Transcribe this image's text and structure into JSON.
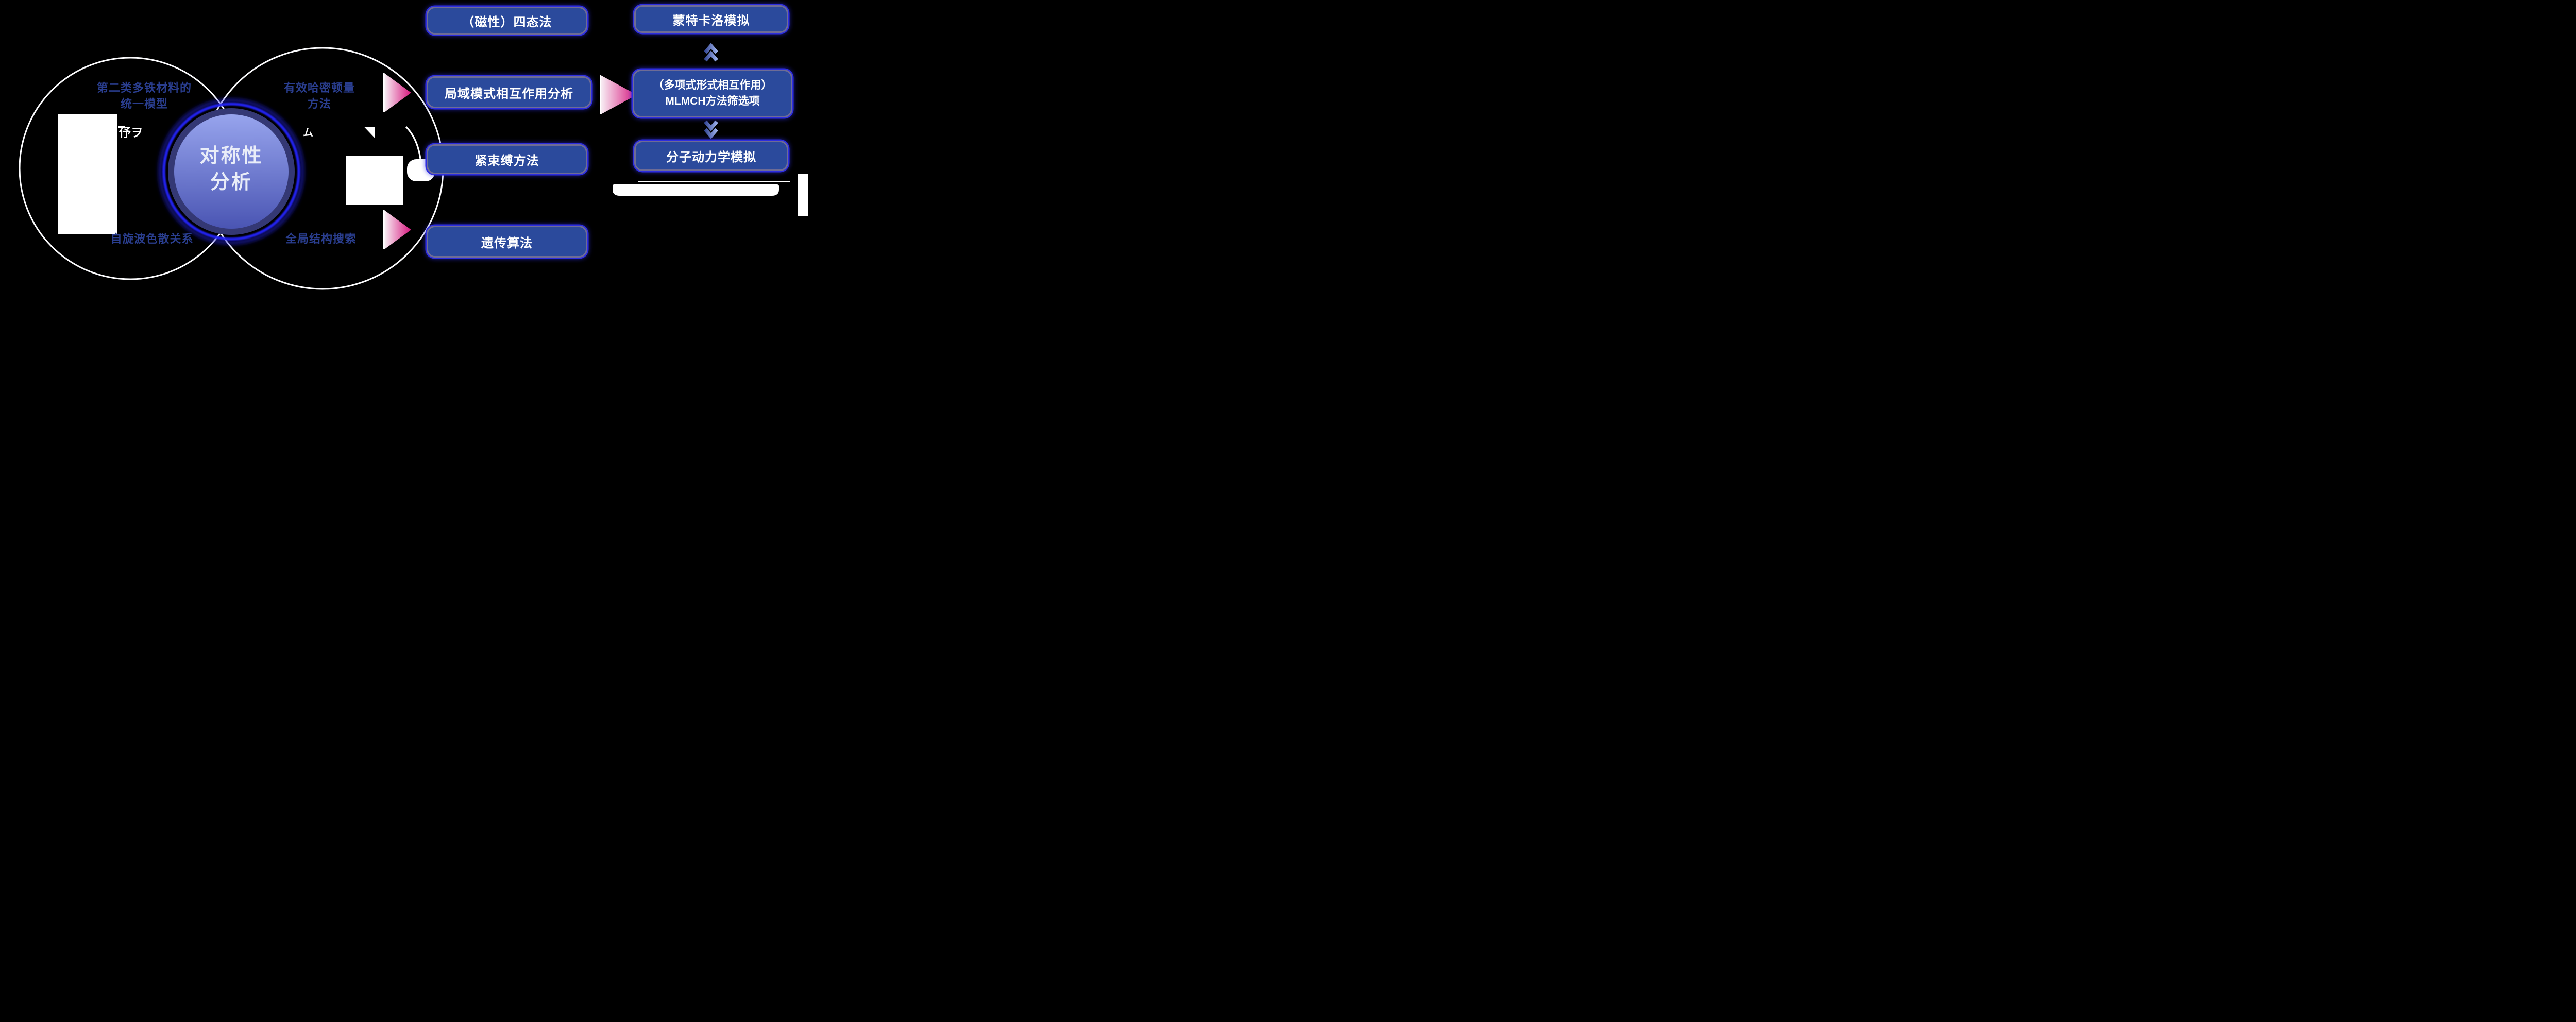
{
  "colors": {
    "background": "#000000",
    "box_fill": "#2b4a9c",
    "box_border": "#6e6c95",
    "box_glow_blue": "#2d2de0",
    "venn_label_blue": "#2a3e8f",
    "center_text": "#e9edf8",
    "arrow_pink": "#d6177e",
    "chevron_dark": "#2b3e8c",
    "chevron_light": "#a9bdf5",
    "venn_outline": "#ffffff"
  },
  "venn": {
    "left_top_line1": "第二类多铁材料的",
    "left_top_line2": "统一模型",
    "right_top_line1": "有效哈密顿量",
    "right_top_line2": "方法",
    "left_bottom": "自旋波色散关系",
    "right_bottom": "全局结构搜索",
    "center_line1": "对称性",
    "center_line2": "分析"
  },
  "method_boxes": [
    {
      "label": "（磁性）四态法"
    },
    {
      "label": "局域模式相互作用分析"
    },
    {
      "label": "紧束缚方法"
    },
    {
      "label": "遗传算法"
    }
  ],
  "sim_boxes": {
    "monte_carlo": "蒙特卡洛模拟",
    "mlmch_line1": "（多项式形式相互作用）",
    "mlmch_line2": "MLMCH方法筛选项",
    "molecular_dynamics": "分子动力学模拟"
  },
  "fragments": {
    "left_glyphs": "伃ヲ",
    "mid_glyph": "ム"
  }
}
